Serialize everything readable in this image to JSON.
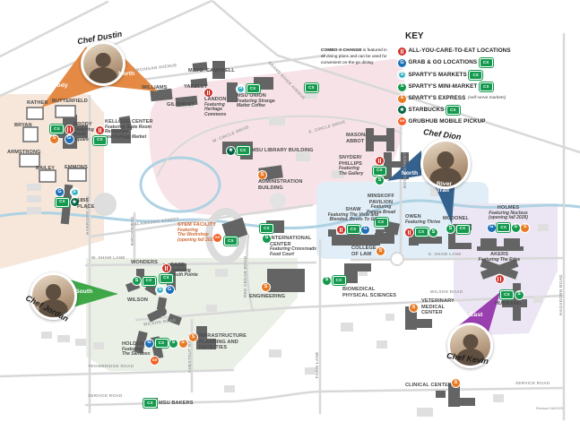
{
  "colors": {
    "ayce": "#d0342c",
    "grab_go": "#1d71b8",
    "sparty_market": "#2fafc0",
    "sparty_mini": "#14994e",
    "sparty_express": "#e87a24",
    "starbucks": "#006241",
    "grubhub": "#f26227",
    "combo": "#14994e"
  },
  "key": {
    "title": "KEY",
    "note": {
      "icons": [
        "cx"
      ],
      "title": "COMBO-X-CHANGE",
      "text": "is featured in all dining plans and can be used for convenient on-the-go dining."
    },
    "items": [
      {
        "icons": [
          "ayce"
        ],
        "label": "ALL-YOU-CARE-TO-EAT LOCATIONS",
        "badge": []
      },
      {
        "icons": [
          "g"
        ],
        "label": "GRAB & GO LOCATIONS",
        "badge": [
          "cx"
        ]
      },
      {
        "icons": [
          "s-market"
        ],
        "label": "SPARTY'S MARKETS",
        "badge": [
          "cx"
        ]
      },
      {
        "icons": [
          "s-mini"
        ],
        "label": "SPARTY'S MINI-MARKET",
        "badge": [
          "cx"
        ]
      },
      {
        "icons": [
          "s-express"
        ],
        "label": "SPARTY'S EXPRESS",
        "suffix": "(self-serve markets)",
        "badge": []
      },
      {
        "icons": [
          "starbucks"
        ],
        "label": "STARBUCKS",
        "badge": [
          "cx"
        ]
      },
      {
        "icons": [
          "gh"
        ],
        "label": "GRUBHUB MOBILE PICKUP",
        "badge": []
      }
    ]
  },
  "chefs": {
    "dustin": {
      "name": "Chef Dustin",
      "areas": [
        "Brody",
        "North"
      ]
    },
    "dion": {
      "name": "Chef Dion",
      "areas": [
        "North",
        "River Trail"
      ]
    },
    "jordan": {
      "name": "Chef Jordan",
      "areas": [
        "South"
      ]
    },
    "kevin": {
      "name": "Chef Kevin",
      "areas": [
        "East"
      ]
    }
  },
  "locations": {
    "williams": {
      "name": "WILLIAMS"
    },
    "gilchrist": {
      "name": "GILCHRIST"
    },
    "yakeley": {
      "name": "YAKELEY"
    },
    "mayo": {
      "name": "MAYO"
    },
    "campbell": {
      "name": "CAMPBELL"
    },
    "landon": {
      "name": "LANDON",
      "featuring": "Featuring\nHeritage\nCommons",
      "icons": [
        "ayce"
      ]
    },
    "union": {
      "name": "MSU UNION",
      "featuring": "Featuring Strange\nMatter Coffee",
      "icons": [
        "s-market",
        "cx"
      ]
    },
    "rather": {
      "name": "RATHER"
    },
    "butterfield": {
      "name": "BUTTERFIELD"
    },
    "bryan": {
      "name": "BRYAN"
    },
    "brody": {
      "name": "BRODY",
      "featuring": "Featuring\nBrody\nSquare",
      "icons": [
        "cx",
        "ayce",
        "s-express",
        "g"
      ]
    },
    "armstrong": {
      "name": "ARMSTRONG"
    },
    "bailey": {
      "name": "BAILEY"
    },
    "emmons": {
      "name": "EMMONS"
    },
    "kellogg": {
      "name": "KELLOGG CENTER",
      "featuring": "Featuring State Room Restaurant\nand Kellogg Market",
      "icons": [
        "ayce",
        "cx"
      ]
    },
    "p1855": {
      "name": "1855\nPLACE",
      "icons": [
        "g",
        "s-market",
        "cx",
        "starbucks"
      ]
    },
    "library": {
      "name": "MSU LIBRARY BUILDING",
      "icons": [
        "starbucks",
        "cx"
      ]
    },
    "admin": {
      "name": "ADMINISTRATION\nBUILDING",
      "icons": [
        "s-express"
      ]
    },
    "mason": {
      "name": "MASON/\nABBOT"
    },
    "snyder": {
      "name": "SNYDER/\nPHILLIPS",
      "featuring": "Featuring\nThe Gallery",
      "icons": [
        "ayce",
        "cx",
        "s-mini"
      ]
    },
    "minskoff": {
      "name": "MINSKOFF\nPAVILION",
      "featuring": "Featuring\nPanera Bread",
      "icons": [
        "cx"
      ]
    },
    "shaw": {
      "name": "SHAW",
      "featuring": "Featuring The Vista and\nBlended, Bowls To Go",
      "icons": [
        "ayce",
        "cx",
        "g"
      ]
    },
    "owen": {
      "name": "OWEN",
      "featuring": "Featuring Thrive",
      "icons": [
        "ayce",
        "cx",
        "s-mini"
      ]
    },
    "mcdonel": {
      "name": "MCDONEL",
      "icons": [
        "s-mini",
        "cx"
      ]
    },
    "holmes": {
      "name": "HOLMES",
      "featuring": "Featuring Nucleus\n(opening fall 2026)",
      "icons": [
        "g",
        "cx",
        "s-mini",
        "s-express"
      ]
    },
    "akers": {
      "name": "AKERS",
      "featuring": "Featuring The Edge",
      "icons": [
        "ayce"
      ]
    },
    "hubbard": {
      "name": "HUBBARD",
      "icons": [
        "cx",
        "s-mini"
      ]
    },
    "stem": {
      "name": "STEM FACILITY",
      "featuring": "Featuring\nThe Workshop",
      "note": "(opening fall 2026)",
      "icons": [
        "cx"
      ],
      "inline": [
        "gh"
      ]
    },
    "intl": {
      "name": "INTERNATIONAL\nCENTER",
      "featuring": "Featuring Crossroads\nFood Court",
      "icons": [
        "cx",
        "s-mini"
      ]
    },
    "engineering": {
      "name": "ENGINEERING",
      "icons": [
        "s-express"
      ]
    },
    "law": {
      "name": "COLLEGE\nOF LAW",
      "icons": [
        "s-express"
      ]
    },
    "biomed": {
      "name": "BIOMEDICAL\nPHYSICAL SCIENCES",
      "icons": [
        "s-mini",
        "cx"
      ]
    },
    "vetmed": {
      "name": "VETERINARY\nMEDICAL\nCENTER",
      "icons": [
        "s-express"
      ]
    },
    "ipf": {
      "name": "INFRASTRUCTURE\nPLANNING AND\nFACILITIES",
      "icons": [
        "s-express"
      ]
    },
    "wonders": {
      "name": "WONDERS",
      "icons": [
        "s-mini",
        "cx"
      ]
    },
    "case": {
      "name": "CASE",
      "featuring": "Featuring\nSouth Pointe",
      "icons": [
        "ayce",
        "cx"
      ],
      "icons2": [
        "s-market",
        "g"
      ]
    },
    "wilson": {
      "name": "WILSON"
    },
    "holden": {
      "name": "HOLDEN",
      "featuring": "Featuring\nThe Sandbox",
      "icons": [
        "g",
        "cx",
        "s-mini",
        "s-express"
      ],
      "inline": [
        "gh"
      ]
    },
    "bakers": {
      "name": "MSU BAKERS",
      "icons": [
        "cx"
      ]
    },
    "clinical": {
      "name": "CLINICAL CENTER",
      "icons": [
        "s-express"
      ]
    }
  },
  "roads": {
    "michigan": "MICHIGAN AVENUE",
    "grand_river": "GRAND RIVER AVENUE",
    "w_circle": "W. CIRCLE DRIVE",
    "e_circle": "E. CIRCLE DRIVE",
    "kalamazoo": "KALAMAZOO STREET",
    "harrison": "HARRISON ROAD",
    "birch": "BIRCH ROAD",
    "red_cedar": "RED CEDAR ROAD",
    "bogue": "BOGUE STREET",
    "w_shaw": "W. SHAW LANE",
    "e_shaw": "E. SHAW LANE",
    "wilson_w": "WILSON ROAD",
    "wilson_e": "WILSON ROAD",
    "farm": "FARM LANE",
    "chestnut": "CHESTNUT ROAD",
    "trowbridge": "TROWBRIDGE ROAD",
    "service_w": "SERVICE ROAD",
    "service_e": "SERVICE ROAD",
    "hagadorn": "HAGADORN ROAD"
  },
  "footer": {
    "revised": "Revised 06/2023"
  }
}
